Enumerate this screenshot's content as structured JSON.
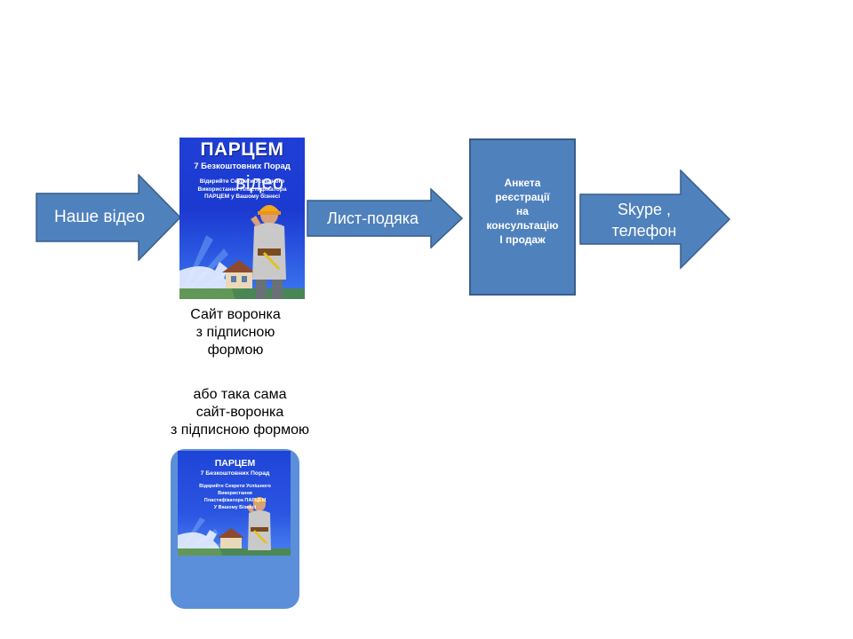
{
  "colors": {
    "arrow_fill": "#4f81bd",
    "arrow_stroke": "#385d8a",
    "cover_blue": "#1e3fd6",
    "cover2_bg": "#5b8fd9"
  },
  "arrows": {
    "our_video": "Наше відео",
    "thank_you_letter": "Лист-подяка",
    "skype_phone": "Skype ,\nтелефон"
  },
  "funnel_cover": {
    "title": "ПАРЦЕМ",
    "subtitle": "7 Безкоштовних Порад",
    "body": "Відкрийте Секрети Успішного\nВикористання Пластифікатора\nПАРЦЕМ у Вашому бізнесі",
    "overlay": "відео"
  },
  "captions": {
    "funnel_site": "Сайт воронка\nз підписною\nформою",
    "alternative": "або така  сама\nсайт-воронка\nз підписною формою"
  },
  "alt_cover": {
    "title": "ПАРЦЕМ",
    "subtitle": "7 Безкоштовних Порад",
    "body": "Відкрийте Секрети Успішного\nВикористання\nПластифікатора ПАРЦЕМ\nУ Вашому Бізнесі"
  },
  "form_box": {
    "label": "Анкета\nреєстрації\nна\nконсультацію\nІ продаж"
  }
}
